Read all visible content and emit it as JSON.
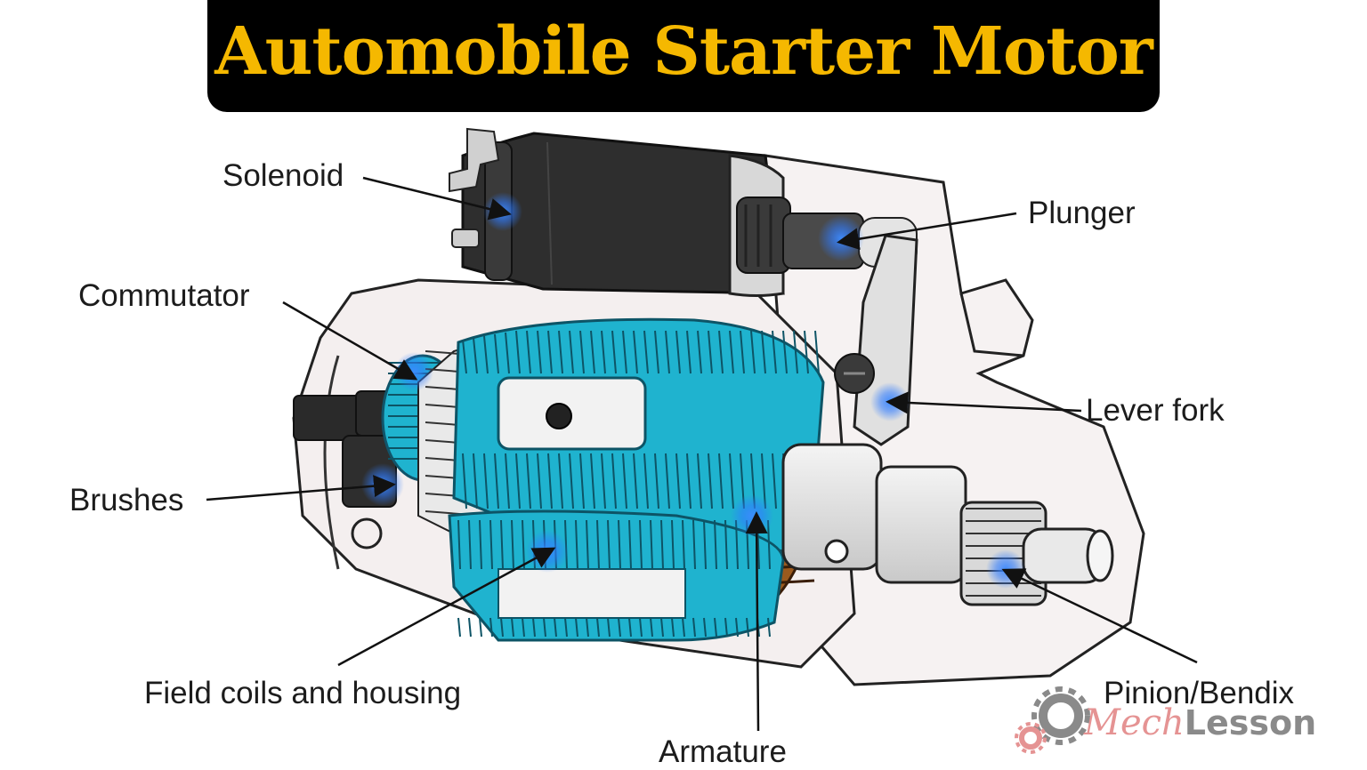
{
  "title": "Automobile Starter Motor",
  "labels": {
    "solenoid": "Solenoid",
    "plunger": "Plunger",
    "commutator": "Commutator",
    "lever_fork": "Lever fork",
    "brushes": "Brushes",
    "field_coils": "Field coils and housing",
    "armature": "Armature",
    "pinion": "Pinion/Bendix"
  },
  "watermark": {
    "part1": "Mech",
    "part2": "Lesson"
  },
  "colors": {
    "title_bg": "#000000",
    "title_text": "#f5b800",
    "coil_cyan": "#1fb3cf",
    "copper": "#9b5a1e",
    "solenoid_body": "#2e2e2e",
    "highlight_blue": "#2f7bff"
  }
}
